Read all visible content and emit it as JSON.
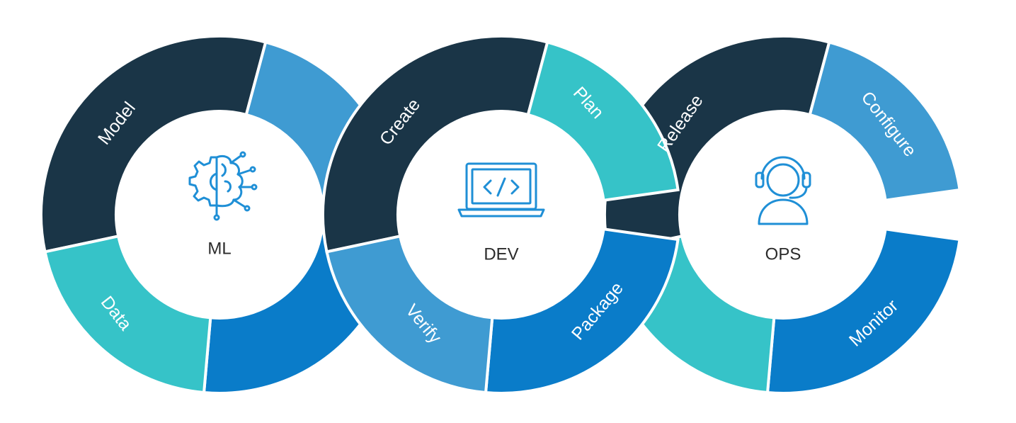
{
  "colors": {
    "dark": "#1a3547",
    "light_blue": "#3f9bd2",
    "blue": "#0a7cc9",
    "teal": "#36c3c8",
    "center_fill": "#ffffff",
    "icon_stroke": "#1f8fd6",
    "center_text": "#2b2b2b"
  },
  "rings": [
    {
      "id": "ml",
      "label": "ML",
      "icon": "brain-gear-icon",
      "segments": [
        {
          "label": "Model",
          "color": "dark"
        },
        {
          "label": "",
          "color": "light_blue"
        },
        {
          "label": "",
          "color": "blue"
        },
        {
          "label": "Data",
          "color": "teal"
        }
      ]
    },
    {
      "id": "dev",
      "label": "DEV",
      "icon": "laptop-code-icon",
      "segments": [
        {
          "label": "Create",
          "color": "dark"
        },
        {
          "label": "Plan",
          "color": "teal"
        },
        {
          "label": "Package",
          "color": "blue"
        },
        {
          "label": "Verify",
          "color": "light_blue"
        }
      ]
    },
    {
      "id": "ops",
      "label": "OPS",
      "icon": "headset-operator-icon",
      "segments": [
        {
          "label": "Release",
          "color": "dark"
        },
        {
          "label": "Configure",
          "color": "light_blue"
        },
        {
          "label": "Monitor",
          "color": "blue"
        },
        {
          "label": "",
          "color": "teal"
        }
      ]
    }
  ]
}
